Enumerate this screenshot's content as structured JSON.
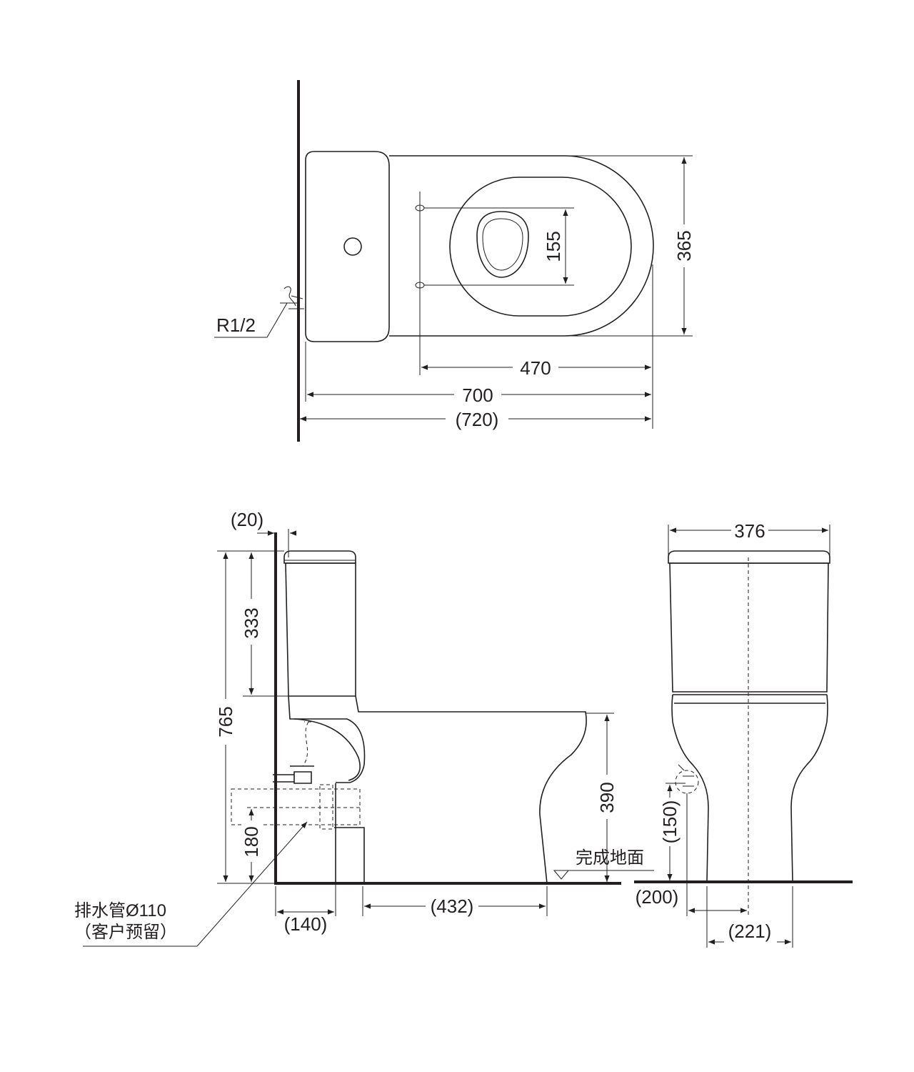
{
  "top_view": {
    "dim_width": "155",
    "dim_height": "365",
    "dim_seat": "470",
    "dim_length": "700",
    "dim_length_total": "(720)",
    "inlet_label": "R1/2"
  },
  "side_view": {
    "dim_wall_gap": "(20)",
    "dim_tank": "333",
    "dim_total_height": "765",
    "dim_seat_height": "390",
    "dim_drain_height": "180",
    "dim_drain_distance": "(140)",
    "dim_foot": "(432)",
    "floor_label": "完成地面",
    "drain_label_1": "排水管Ø110",
    "drain_label_2": "（客户预留）"
  },
  "front_view": {
    "dim_width": "376",
    "dim_inlet_height": "(150)",
    "dim_inlet_offset": "(200)",
    "dim_foot_width": "(221)"
  }
}
